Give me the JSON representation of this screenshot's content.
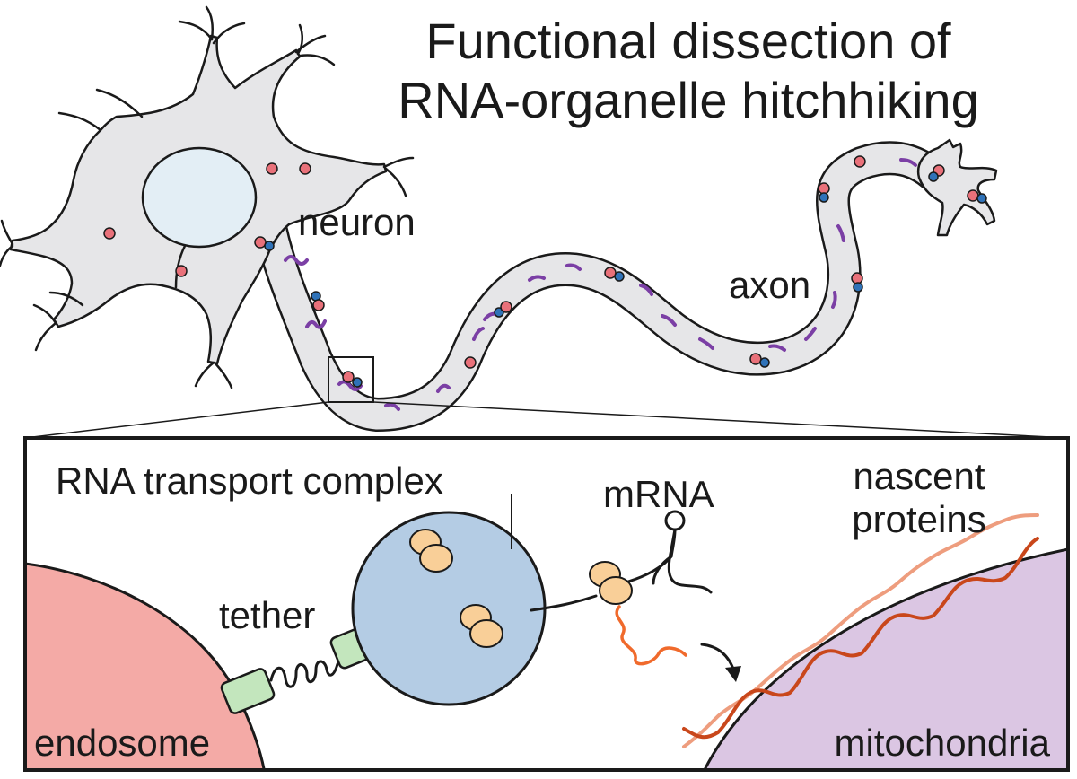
{
  "title": {
    "line1": "Functional dissection of",
    "line2": "RNA-organelle hitchhiking"
  },
  "labels": {
    "neuron": "neuron",
    "axon": "axon",
    "rna_transport_complex": "RNA transport complex",
    "mrna": "mRNA",
    "nascent_proteins_line1": "nascent",
    "nascent_proteins_line2": "proteins",
    "tether": "tether",
    "endosome": "endosome",
    "mitochondria": "mitochondria"
  },
  "colors": {
    "cell_fill": "#e6e6e8",
    "nucleus_fill": "#e3eef5",
    "outline": "#1a1a1a",
    "red_particle": "#e9717a",
    "blue_particle": "#2f72b8",
    "rna_squiggle": "#7b3fa5",
    "endosome_fill": "#f4aaa6",
    "mitochondria_fill": "#dbc6e3",
    "complex_fill": "#b4cce4",
    "ribosome_fill": "#f9cf98",
    "tether_fill": "#c3e6bd",
    "protein_dark": "#c9471b",
    "protein_light": "#ee9d7e",
    "nascent_chain": "#f06a2c"
  }
}
